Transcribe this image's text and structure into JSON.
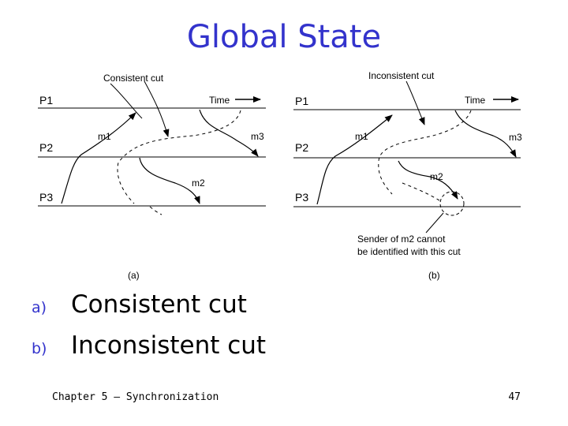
{
  "slide": {
    "title": "Global State",
    "footer": "Chapter 5 — Synchronization",
    "page_number": "47"
  },
  "figure": {
    "a": {
      "cut_label": "Consistent cut",
      "time_label": "Time",
      "process_labels": [
        "P1",
        "P2",
        "P3"
      ],
      "message_labels": [
        "m1",
        "m2",
        "m3"
      ],
      "caption": "(a)"
    },
    "b": {
      "cut_label": "Inconsistent cut",
      "time_label": "Time",
      "process_labels": [
        "P1",
        "P2",
        "P3"
      ],
      "message_labels": [
        "m1",
        "m2",
        "m3"
      ],
      "note_line1": "Sender of m2 cannot",
      "note_line2": "be identified with this cut",
      "caption": "(b)"
    }
  },
  "bullets": [
    {
      "marker": "a)",
      "text": "Consistent cut"
    },
    {
      "marker": "b)",
      "text": "Inconsistent cut"
    }
  ]
}
